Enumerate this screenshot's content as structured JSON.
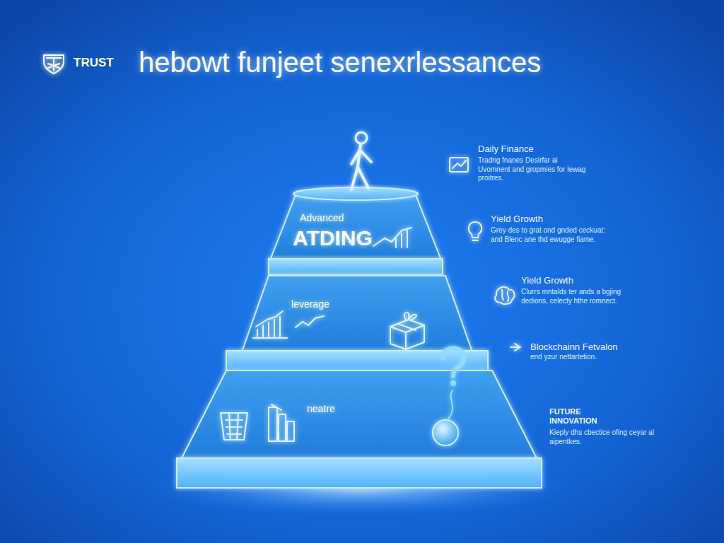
{
  "diagram": {
    "title": "hebowt funjeet senexrlessances",
    "nodes": [
      {
        "text": [
          "Advanced",
          "ATDING"
        ]
      },
      {
        "text": [
          "leverage"
        ]
      },
      {
        "text": [
          "neatre"
        ]
      }
    ],
    "labels": [
      "TRUST",
      "Daily Finance",
      "Tradng fnanes Desirfar ai Uvomnent and gropmies for lewag proitres.",
      "Yield Growth",
      "Grey des to grat ond gnded ceckuat: and Blenc ane thd ewugge fiame.",
      "Yield Growth",
      "Clurrs mntalds ter ands a bgjing dedions, celecty hthe romnect.",
      "Blockchainn Fetvalon",
      "end yzur nettartetion.",
      "FUTURE INNOVATION",
      "Kieply dhs cbectice ofing ceyar al aipentkes."
    ]
  }
}
